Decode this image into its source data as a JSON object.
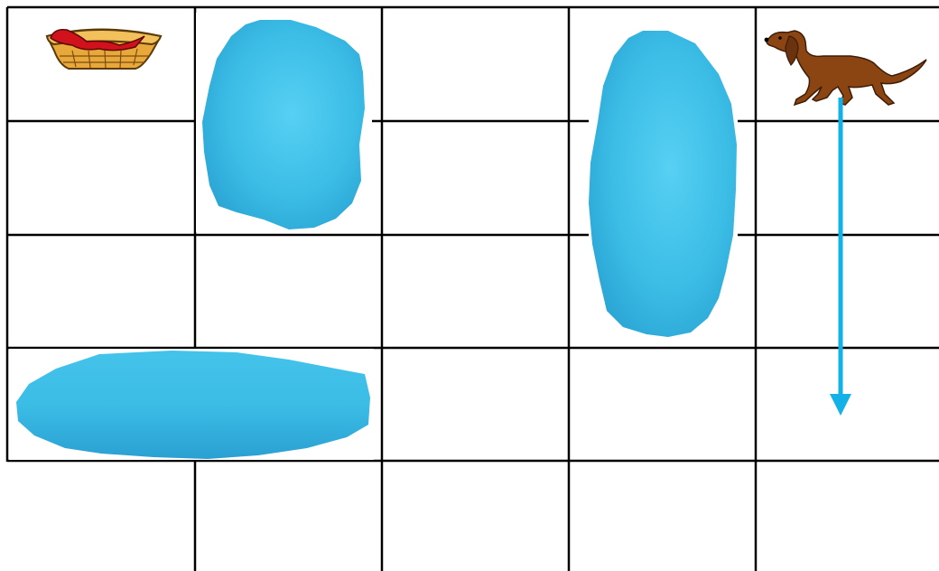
{
  "board": {
    "rows": 5,
    "columns": 5,
    "grid_line_color": "#000000",
    "background_color": "#ffffff"
  },
  "items": [
    {
      "type": "pie-basket-icon",
      "row": 1,
      "column": 1
    },
    {
      "type": "dog-icon",
      "row": 1,
      "column": 5
    }
  ],
  "puddles": [
    {
      "name": "puddle",
      "covers_rows": [
        1,
        2
      ],
      "covers_columns": [
        2
      ],
      "color": "#39bde6"
    },
    {
      "name": "puddle",
      "covers_rows": [
        1,
        2,
        3
      ],
      "covers_columns": [
        4
      ],
      "color": "#39bde6"
    },
    {
      "name": "puddle",
      "covers_rows": [
        4
      ],
      "covers_columns": [
        1,
        2
      ],
      "color": "#39bde6"
    }
  ],
  "move_arrow": {
    "direction": "down",
    "from": {
      "row": 1,
      "column": 5
    },
    "to": {
      "row": 4,
      "column": 5
    },
    "color": "#12b1e8"
  }
}
